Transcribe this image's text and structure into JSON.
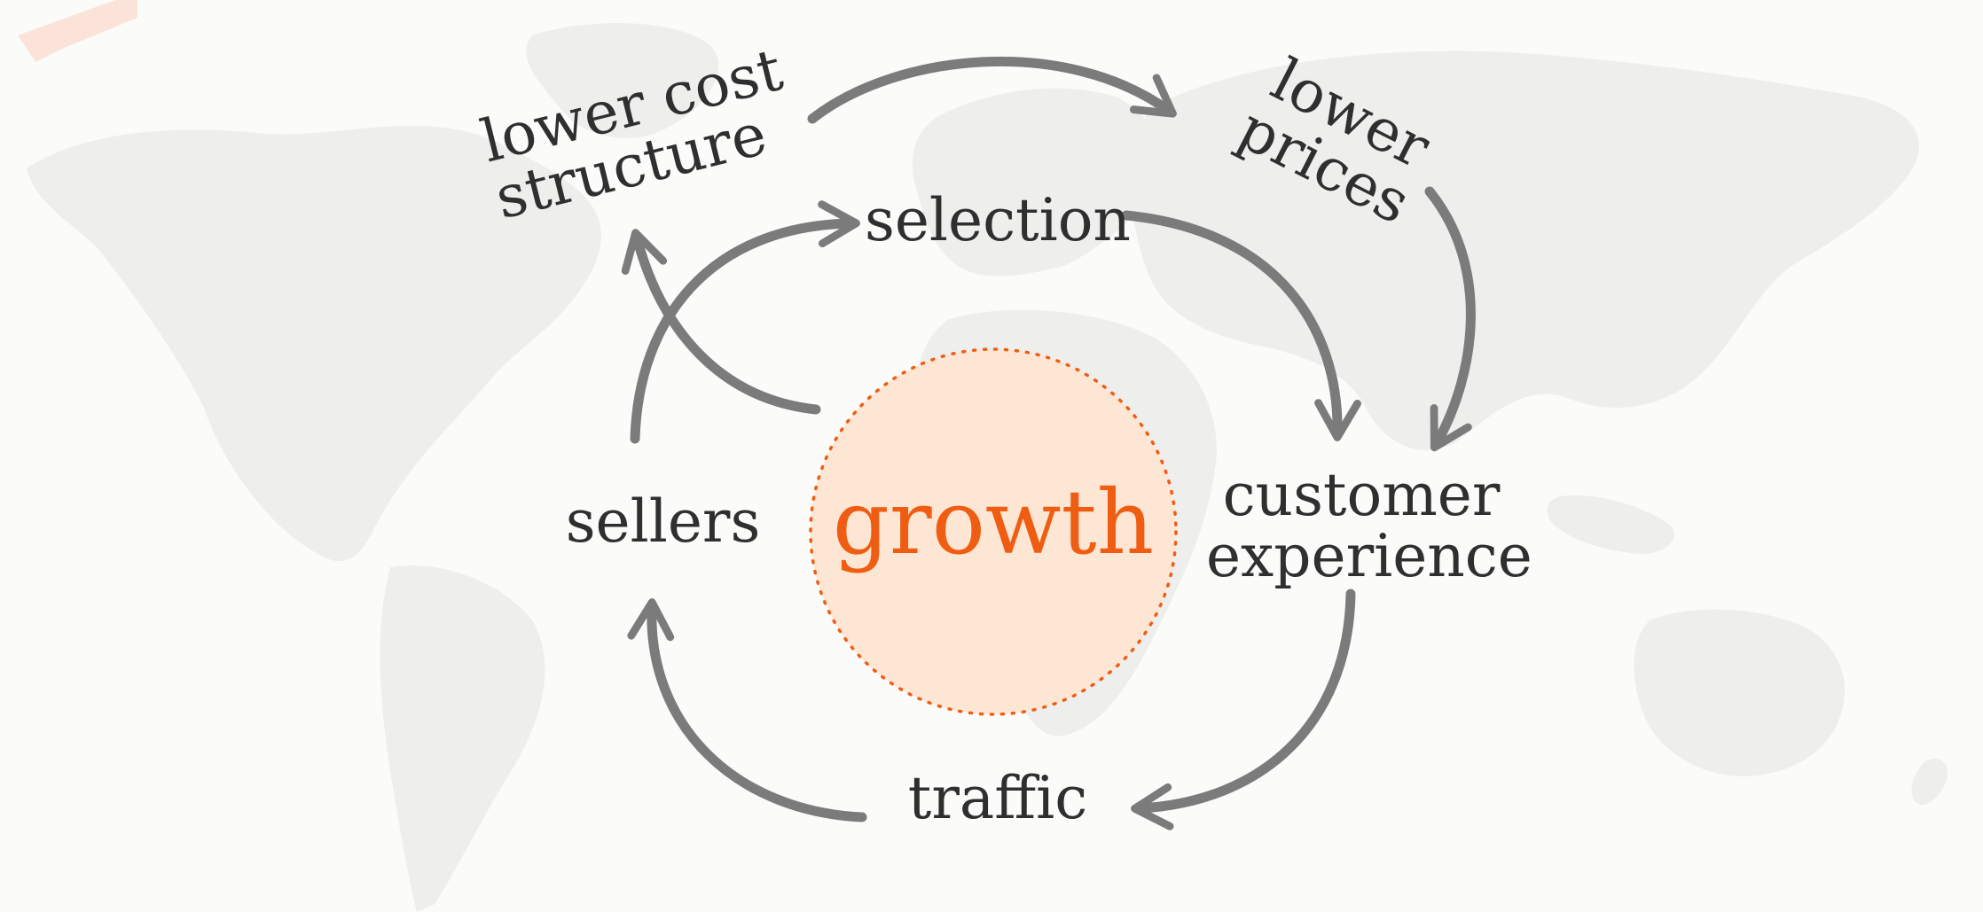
{
  "diagram": {
    "center_label": "growth",
    "nodes": {
      "lower_cost_structure": [
        "lower cost",
        "structure"
      ],
      "lower_prices": [
        "lower",
        "prices"
      ],
      "selection": "selection",
      "customer_experience": [
        "customer",
        "experience"
      ],
      "traffic": "traffic",
      "sellers": "sellers"
    }
  },
  "colors": {
    "background": "#fbfbfa",
    "map": "#eeeeed",
    "arrow": "#7b7b7b",
    "text": "#2f2f2f",
    "accent": "#ef5d12",
    "circle_fill": "#fde6d3",
    "corner_mark": "#fcd9cb"
  }
}
